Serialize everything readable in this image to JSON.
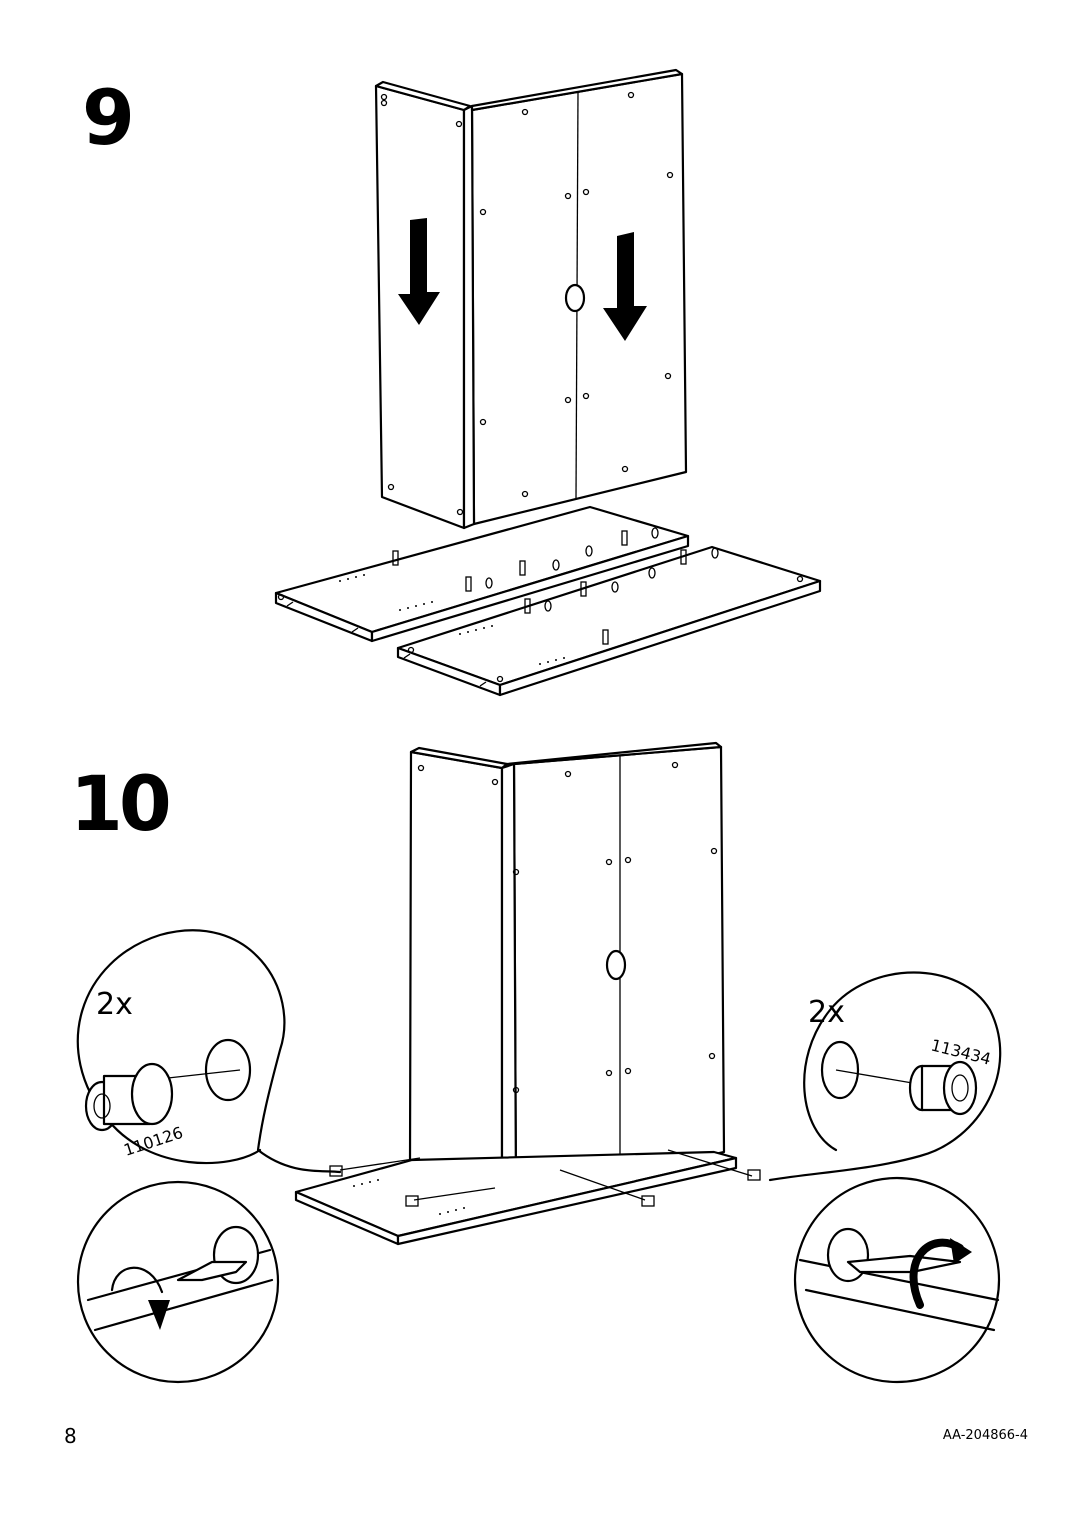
{
  "steps": [
    {
      "number": "9"
    },
    {
      "number": "10"
    }
  ],
  "callouts": [
    {
      "quantity": "2x",
      "part_number": "110126"
    },
    {
      "quantity": "2x",
      "part_number": "113434"
    }
  ],
  "footer": {
    "page_number": "8",
    "document_code": "AA-204866-4"
  }
}
